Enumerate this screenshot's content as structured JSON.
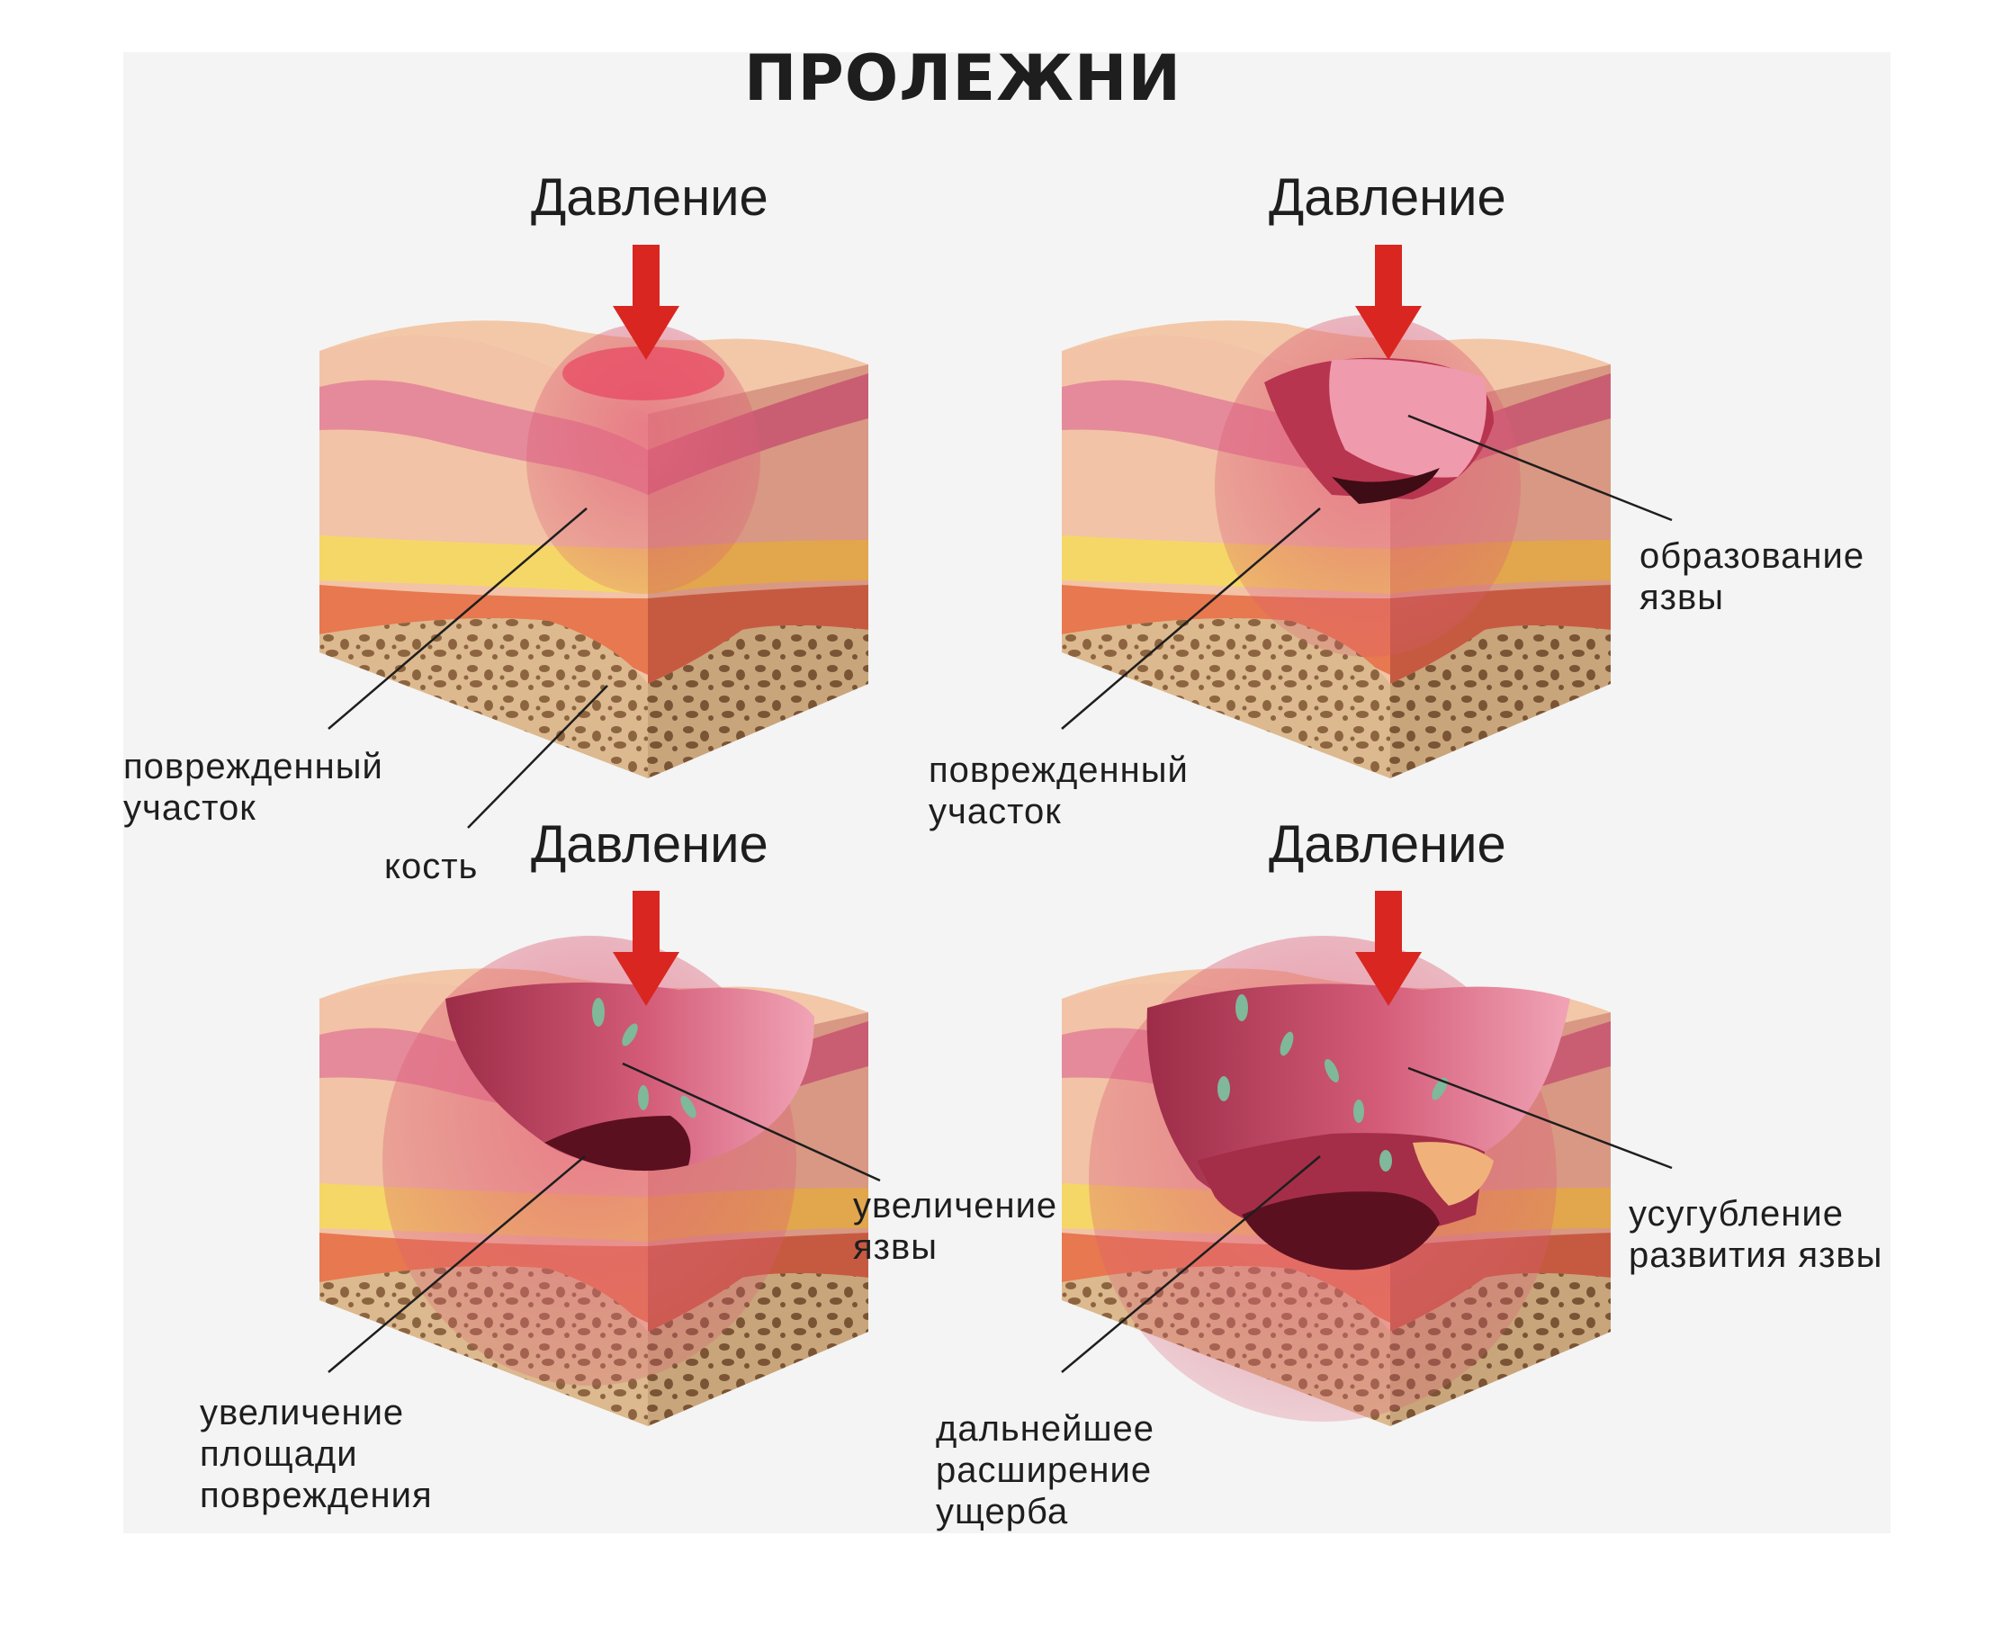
{
  "title": "ПРОЛЕЖНИ",
  "colors": {
    "arrow": "#d92620",
    "skin_top": "#f2c4a3",
    "epidermis": "#e07b8c",
    "dermis": "#f0c2a5",
    "fat": "#f5d766",
    "muscle": "#e7764f",
    "bone": "#d9b68b",
    "damage": "#d95c74",
    "ulcer": "#b63a57",
    "ulcer_dark": "#5b1020",
    "line": "#1e1e1e"
  },
  "stages": [
    {
      "pressure_label": "Давление",
      "callouts": [
        {
          "text": "поврежденный участок"
        },
        {
          "text": "кость"
        }
      ]
    },
    {
      "pressure_label": "Давление",
      "callouts": [
        {
          "text": "образование язвы"
        },
        {
          "text": "поврежденный участок"
        }
      ]
    },
    {
      "pressure_label": "Давление",
      "callouts": [
        {
          "text": "увеличение язвы"
        },
        {
          "text": "увеличение площади повреждения"
        }
      ]
    },
    {
      "pressure_label": "Давление",
      "callouts": [
        {
          "text": "усугубление развития язвы"
        },
        {
          "text": "дальнейшее расширение ущерба"
        }
      ]
    }
  ],
  "callout_lines": {
    "s1_damage": [
      "поврежденный",
      "участок"
    ],
    "s1_bone": [
      "кость"
    ],
    "s2_ulcer": [
      "образование",
      "язвы"
    ],
    "s2_damage": [
      "поврежденный",
      "участок"
    ],
    "s3_ulcer": [
      "увеличение",
      "язвы"
    ],
    "s3_damage": [
      "увеличение",
      "площади",
      "повреждения"
    ],
    "s4_ulcer": [
      "усугубление",
      "развития язвы"
    ],
    "s4_damage": [
      "дальнейшее",
      "расширение",
      "ущерба"
    ]
  }
}
